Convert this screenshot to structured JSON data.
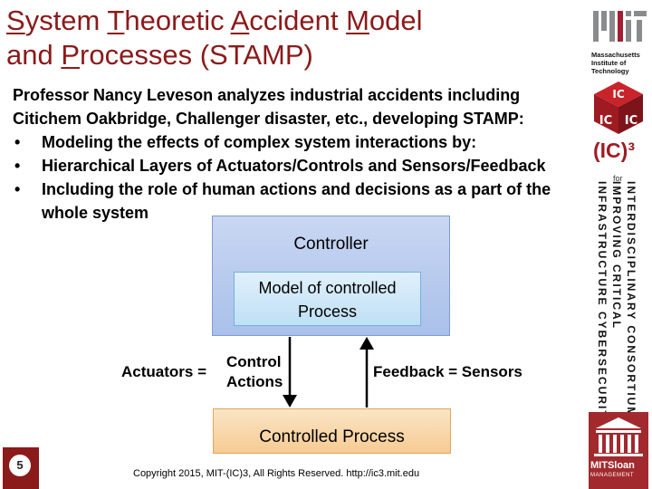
{
  "slide": {
    "title_parts": [
      {
        "text": "S",
        "u": true
      },
      {
        "text": "ystem ",
        "u": false
      },
      {
        "text": "T",
        "u": true
      },
      {
        "text": "heoretic ",
        "u": false
      },
      {
        "text": "A",
        "u": true
      },
      {
        "text": "ccident ",
        "u": false
      },
      {
        "text": "M",
        "u": true
      },
      {
        "text": "odel",
        "u": false
      }
    ],
    "title_line2_parts": [
      {
        "text": "and ",
        "u": false
      },
      {
        "text": "P",
        "u": true
      },
      {
        "text": "rocesses (STAMP)",
        "u": false
      }
    ],
    "intro_line1": "Professor Nancy Leveson analyzes industrial accidents including",
    "intro_line2": "Citichem Oakbridge, Challenger disaster, etc., developing STAMP:",
    "bullets": [
      "Modeling the effects of complex system interactions by:",
      "Hierarchical Layers of Actuators/Controls and Sensors/Feedback",
      "Including the role of human actions and decisions as a part of the"
    ],
    "bullet_continuation": "whole system",
    "bullet_char": "•"
  },
  "diagram": {
    "controller": "Controller",
    "model_line1": "Model of controlled",
    "model_line2": "Process",
    "actuators": "Actuators  =",
    "control_line1": "Control",
    "control_line2": "Actions",
    "feedback": "Feedback = Sensors",
    "controlled_process": "Controlled Process"
  },
  "footer": {
    "page_number": "5",
    "copyright": "Copyright 2015, MIT-(IC)3, All Rights Reserved. http://ic3.mit.edu"
  },
  "sidebar": {
    "mit_line1": "Massachusetts",
    "mit_line2": "Institute of",
    "mit_line3": "Technology",
    "ic3": "(IC)³",
    "for": "for",
    "vertical_1": "INTERDISCIPLINARY CONSORTIUM",
    "vertical_2": "IMPROVING CRITICAL",
    "vertical_3": "INFRASTRUCTURE CYBERSECURITY",
    "sloan_title": "MITSloan",
    "sloan_sub": "MANAGEMENT"
  },
  "colors": {
    "title": "#8b1a1a",
    "brand_red": "#a01c24",
    "controller_fill": "#a9c0ea",
    "model_fill": "#bfe0f5",
    "process_fill": "#f6cb92"
  }
}
